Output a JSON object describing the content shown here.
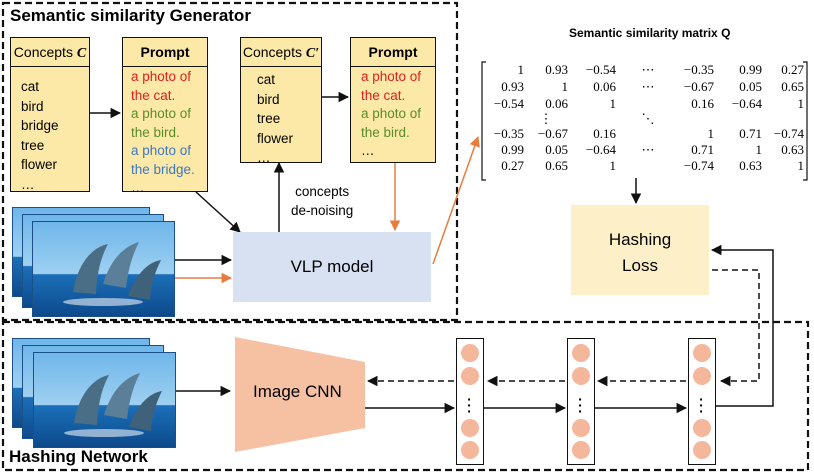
{
  "top_section": {
    "title": "Semantic similarity Generator",
    "concepts_card": {
      "header": "Concepts",
      "symbol": "C",
      "items": [
        "cat",
        "bird",
        "bridge",
        "tree",
        "flower",
        "…"
      ]
    },
    "prompt_card": {
      "header": "Prompt",
      "items": [
        {
          "text": [
            "a photo of",
            "the cat."
          ],
          "color": "#e02020"
        },
        {
          "text": [
            "a photo of",
            "the bird."
          ],
          "color": "#5a8c2a"
        },
        {
          "text": [
            "a photo of",
            "the bridge."
          ],
          "color": "#3a78c2"
        }
      ],
      "ellipsis": "…"
    },
    "concepts_prime_card": {
      "header": "Concepts",
      "symbol": "C′",
      "items": [
        "cat",
        "bird",
        "tree",
        "flower",
        "…"
      ]
    },
    "prompt_prime_card": {
      "header": "Prompt",
      "items": [
        {
          "text": [
            "a photo of",
            "the cat."
          ],
          "color": "#e02020"
        },
        {
          "text": [
            "a photo of",
            "the bird."
          ],
          "color": "#5a8c2a"
        }
      ],
      "ellipsis": "…"
    },
    "denoise_label": [
      "concepts",
      "de-noising"
    ],
    "vlp_model": "VLP model"
  },
  "matrix": {
    "title": "Semantic similarity matrix Q",
    "rows": [
      [
        "1",
        "0.93",
        "−0.54",
        "⋯",
        "−0.35",
        "0.99",
        "0.27"
      ],
      [
        "0.93",
        "1",
        "0.06",
        "⋯",
        "−0.67",
        "0.05",
        "0.65"
      ],
      [
        "−0.54",
        "0.06",
        "1",
        "",
        "0.16",
        "−0.64",
        "1"
      ],
      [
        "",
        "⋮",
        "",
        "⋱",
        "",
        "",
        ""
      ],
      [
        "−0.35",
        "−0.67",
        "0.16",
        "",
        "1",
        "0.71",
        "−0.74"
      ],
      [
        "0.99",
        "0.05",
        "−0.64",
        "⋯",
        "0.71",
        "1",
        "0.63"
      ],
      [
        "0.27",
        "0.65",
        "1",
        "",
        "−0.74",
        "0.63",
        "1"
      ]
    ]
  },
  "hashing_loss": [
    "Hashing",
    "Loss"
  ],
  "bottom_section": {
    "title": "Hashing Network",
    "cnn_label": "Image CNN"
  },
  "colors": {
    "card_fill": "#fde9a7",
    "vlp_fill": "#d8e1f2",
    "loss_fill": "#fdf0c8",
    "cnn_fill": "#f6c0a2",
    "node_fill": "#f4b79b",
    "orange_arrow": "#e87c3e"
  },
  "icons": [
    "dolphin-photo-stack",
    "arrow-right",
    "dashed-arrow-left"
  ]
}
